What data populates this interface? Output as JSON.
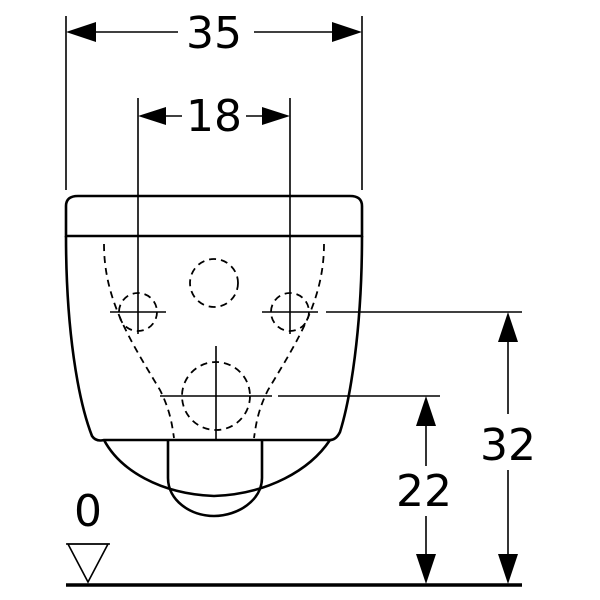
{
  "dimensions": {
    "overall_width": "35",
    "fixing_spacing": "18",
    "floor_reference": "0",
    "outlet_height": "22",
    "fixing_height": "32"
  }
}
